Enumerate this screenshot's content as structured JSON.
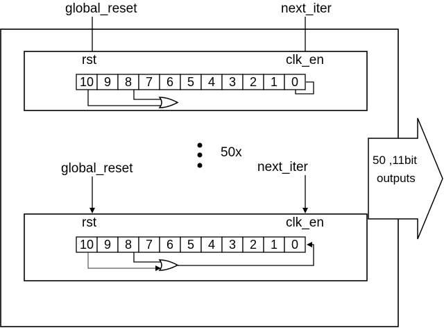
{
  "top_signals": {
    "reset": "global_reset",
    "enable": "next_iter"
  },
  "counters": [
    {
      "rst_label": "rst",
      "clk_label": "clk_en",
      "bits": [
        "10",
        "9",
        "8",
        "7",
        "6",
        "5",
        "4",
        "3",
        "2",
        "1",
        "0"
      ]
    },
    {
      "rst_label": "rst",
      "clk_label": "clk_en",
      "bits": [
        "10",
        "9",
        "8",
        "7",
        "6",
        "5",
        "4",
        "3",
        "2",
        "1",
        "0"
      ]
    }
  ],
  "middle_signals": {
    "reset": "global_reset",
    "enable": "next_iter"
  },
  "repeat_label": "50x",
  "output_arrow": {
    "line1": "50 ,11bit",
    "line2": "outputs"
  }
}
